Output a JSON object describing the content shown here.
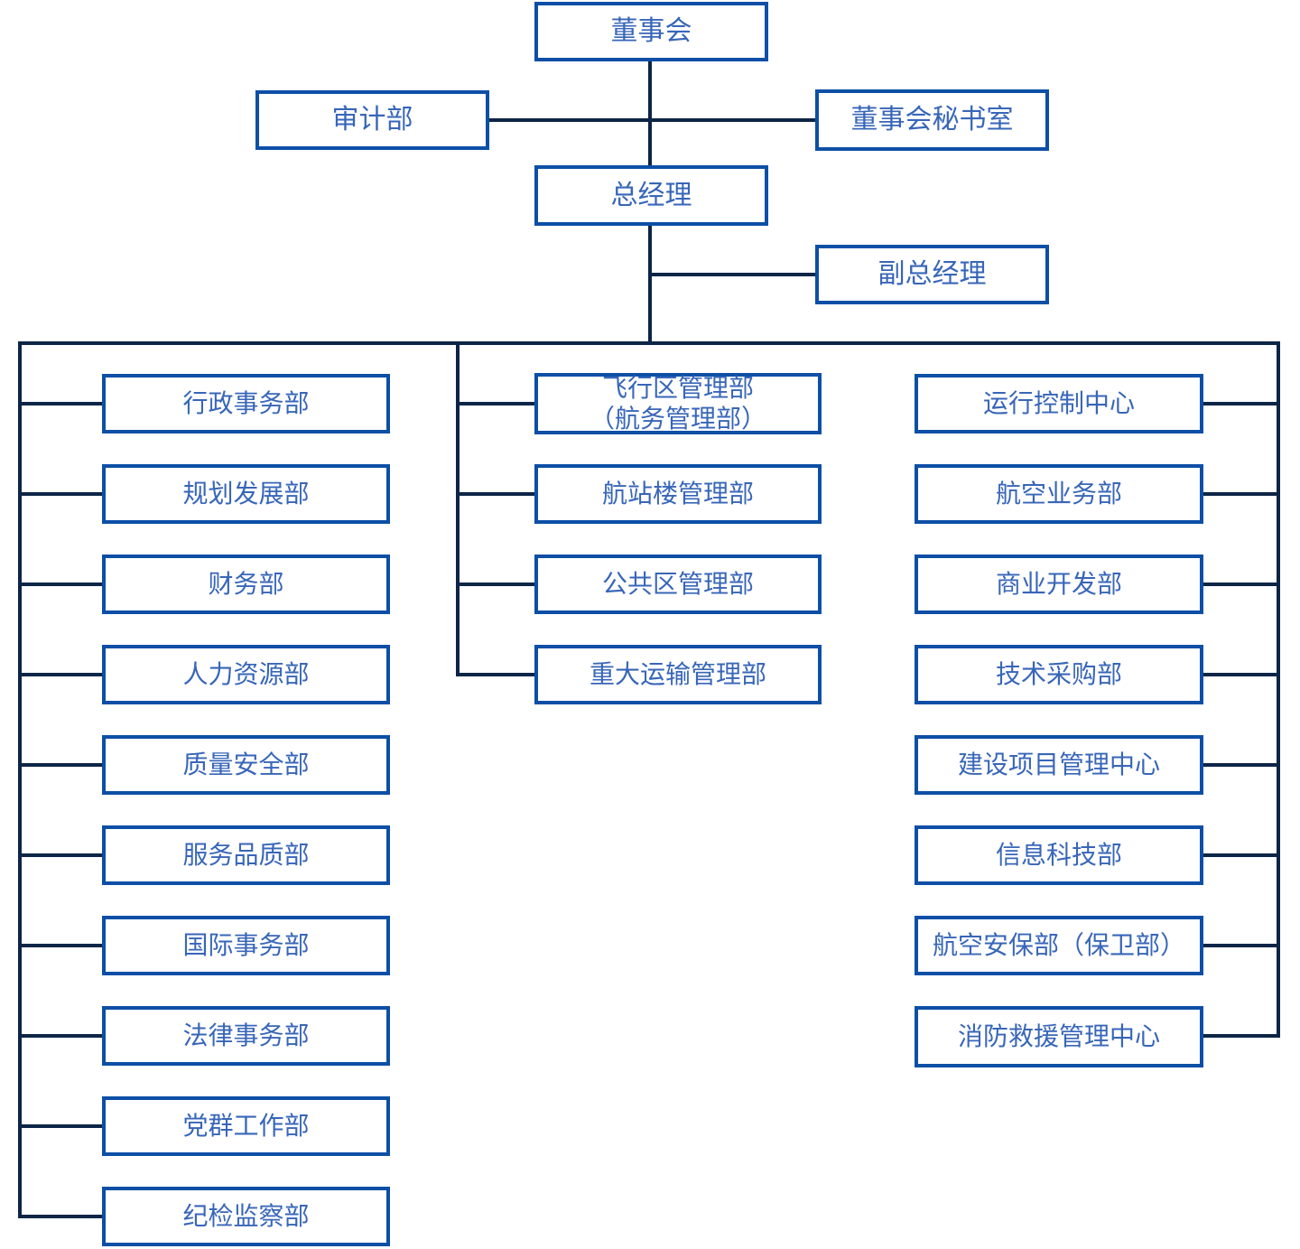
{
  "diagram": {
    "type": "org-chart",
    "top": {
      "board": "董事会",
      "audit": "审计部",
      "board_secretariat": "董事会秘书室",
      "general_manager": "总经理",
      "deputy_general_manager": "副总经理"
    },
    "left_column": [
      "行政事务部",
      "规划发展部",
      "财务部",
      "人力资源部",
      "质量安全部",
      "服务品质部",
      "国际事务部",
      "法律事务部",
      "党群工作部",
      "纪检监察部"
    ],
    "middle_column": [
      "飞行区管理部\n（航务管理部）",
      "航站楼管理部",
      "公共区管理部",
      "重大运输管理部"
    ],
    "right_column": [
      "运行控制中心",
      "航空业务部",
      "商业开发部",
      "技术采购部",
      "建设项目管理中心",
      "信息科技部",
      "航空安保部（保卫部）",
      "消防救援管理中心"
    ]
  },
  "colors": {
    "box_border": "#0d4fa6",
    "box_background": "#ffffff",
    "label_text": "#3866b8",
    "connector_line": "#0d2546",
    "page_background": "#ffffff"
  }
}
